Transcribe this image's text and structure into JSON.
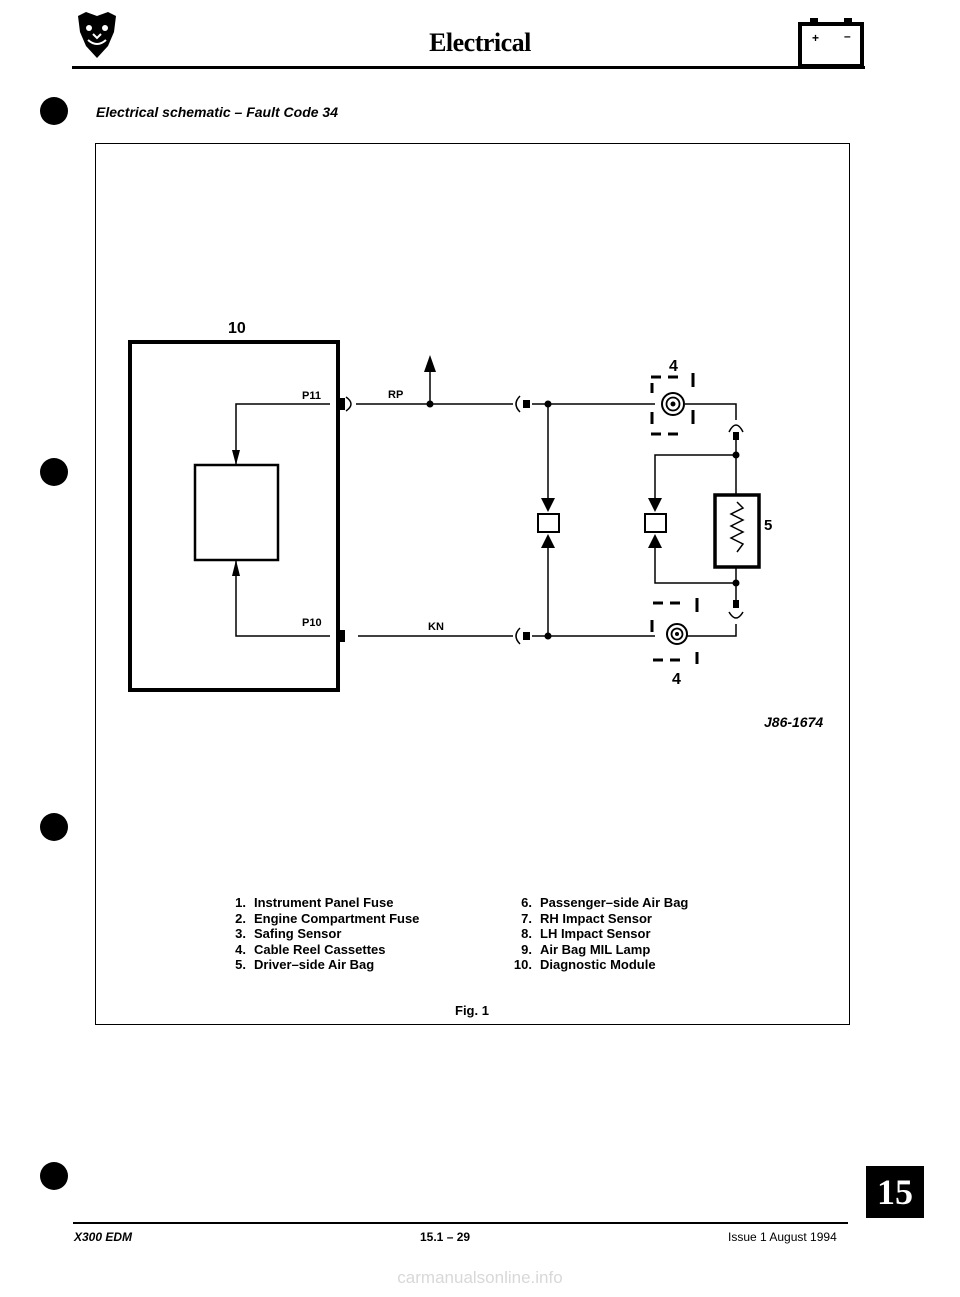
{
  "header": {
    "title": "Electrical",
    "logo_icon": "jaguar-head-logo-icon",
    "battery_icon": "battery-icon",
    "battery_plus": "+",
    "battery_minus": "–"
  },
  "section": {
    "heading": "Electrical schematic – Fault Code 34"
  },
  "schematic": {
    "module_label": "10",
    "pin_upper": "P11",
    "pin_lower": "P10",
    "wire_upper": "RP",
    "wire_lower": "KN",
    "reel_label_top": "4",
    "reel_label_bottom": "4",
    "airbag_label": "5",
    "drawing_number": "J86-1674"
  },
  "legend": {
    "left": [
      {
        "num": "1.",
        "text": "Instrument Panel Fuse"
      },
      {
        "num": "2.",
        "text": "Engine Compartment Fuse"
      },
      {
        "num": "3.",
        "text": "Safing Sensor"
      },
      {
        "num": "4.",
        "text": "Cable Reel Cassettes"
      },
      {
        "num": "5.",
        "text": "Driver–side Air Bag"
      }
    ],
    "right": [
      {
        "num": "6.",
        "text": "Passenger–side Air Bag"
      },
      {
        "num": "7.",
        "text": "RH Impact Sensor"
      },
      {
        "num": "8.",
        "text": "LH Impact Sensor"
      },
      {
        "num": "9.",
        "text": "Air Bag MIL Lamp"
      },
      {
        "num": "10.",
        "text": "Diagnostic Module"
      }
    ]
  },
  "figure_caption": "Fig. 1",
  "tab": "15",
  "footer": {
    "left": "X300 EDM",
    "center": "15.1 – 29",
    "right": "Issue 1 August 1994"
  },
  "watermark": "carmanualsonline.info"
}
